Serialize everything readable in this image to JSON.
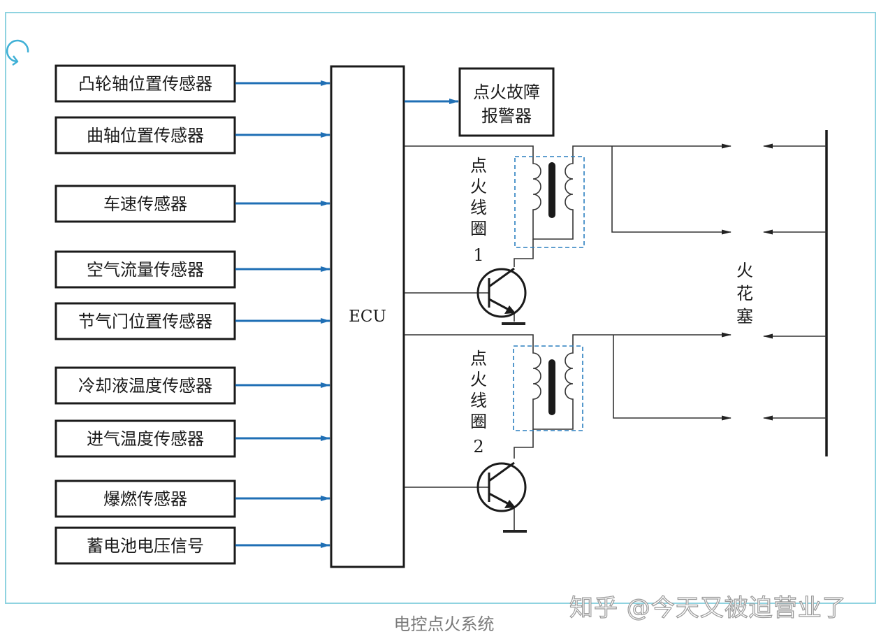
{
  "frame_color": "#8fd3e0",
  "arrow_color": "#1f6fb5",
  "sensors": [
    {
      "id": "camshaft",
      "label": "凸轮轴位置传感器"
    },
    {
      "id": "crankshaft",
      "label": "曲轴位置传感器"
    },
    {
      "id": "vehicle-speed",
      "label": "车速传感器"
    },
    {
      "id": "air-flow",
      "label": "空气流量传感器"
    },
    {
      "id": "throttle",
      "label": "节气门位置传感器"
    },
    {
      "id": "coolant-temp",
      "label": "冷却液温度传感器"
    },
    {
      "id": "intake-temp",
      "label": "进气温度传感器"
    },
    {
      "id": "knock",
      "label": "爆燃传感器"
    },
    {
      "id": "battery-voltage",
      "label": "蓄电池电压信号"
    }
  ],
  "ecu": {
    "label": "ECU"
  },
  "alarm": {
    "line1": "点火故障",
    "line2": "报警器"
  },
  "coils": [
    {
      "chars": [
        "点",
        "火",
        "线",
        "圈"
      ],
      "number": "1"
    },
    {
      "chars": [
        "点",
        "火",
        "线",
        "圈"
      ],
      "number": "2"
    }
  ],
  "spark_plug": {
    "chars": [
      "火",
      "花",
      "塞"
    ]
  },
  "caption": "电控点火系统",
  "watermark": "知乎 @今天又被迫营业了",
  "icons": {
    "corner": "refresh-arrow-icon"
  }
}
